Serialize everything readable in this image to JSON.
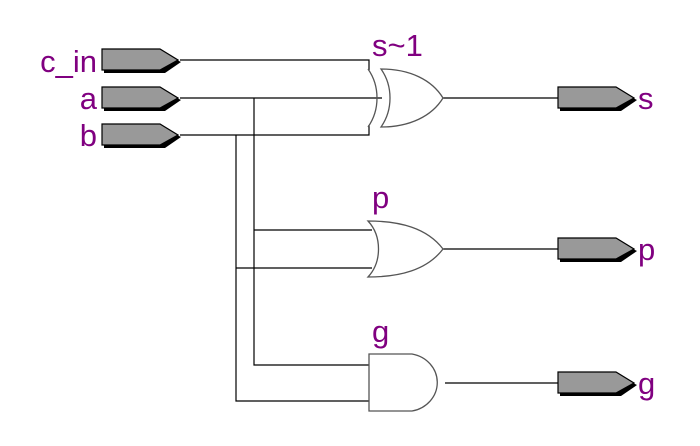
{
  "diagram": {
    "type": "rtl-schematic",
    "label_color": "#800080",
    "port_color": "#999999",
    "inputs": [
      {
        "id": "c_in",
        "label": "c_in"
      },
      {
        "id": "a",
        "label": "a"
      },
      {
        "id": "b",
        "label": "b"
      }
    ],
    "gates": [
      {
        "id": "s~1",
        "label": "s~1",
        "type": "xor",
        "inputs": [
          "c_in",
          "a",
          "b"
        ],
        "output": "s"
      },
      {
        "id": "p",
        "label": "p",
        "type": "or",
        "inputs": [
          "a",
          "b"
        ],
        "output": "p"
      },
      {
        "id": "g",
        "label": "g",
        "type": "and",
        "inputs": [
          "a",
          "b"
        ],
        "output": "g"
      }
    ],
    "outputs": [
      {
        "id": "s",
        "label": "s"
      },
      {
        "id": "p",
        "label": "p"
      },
      {
        "id": "g",
        "label": "g"
      }
    ]
  }
}
